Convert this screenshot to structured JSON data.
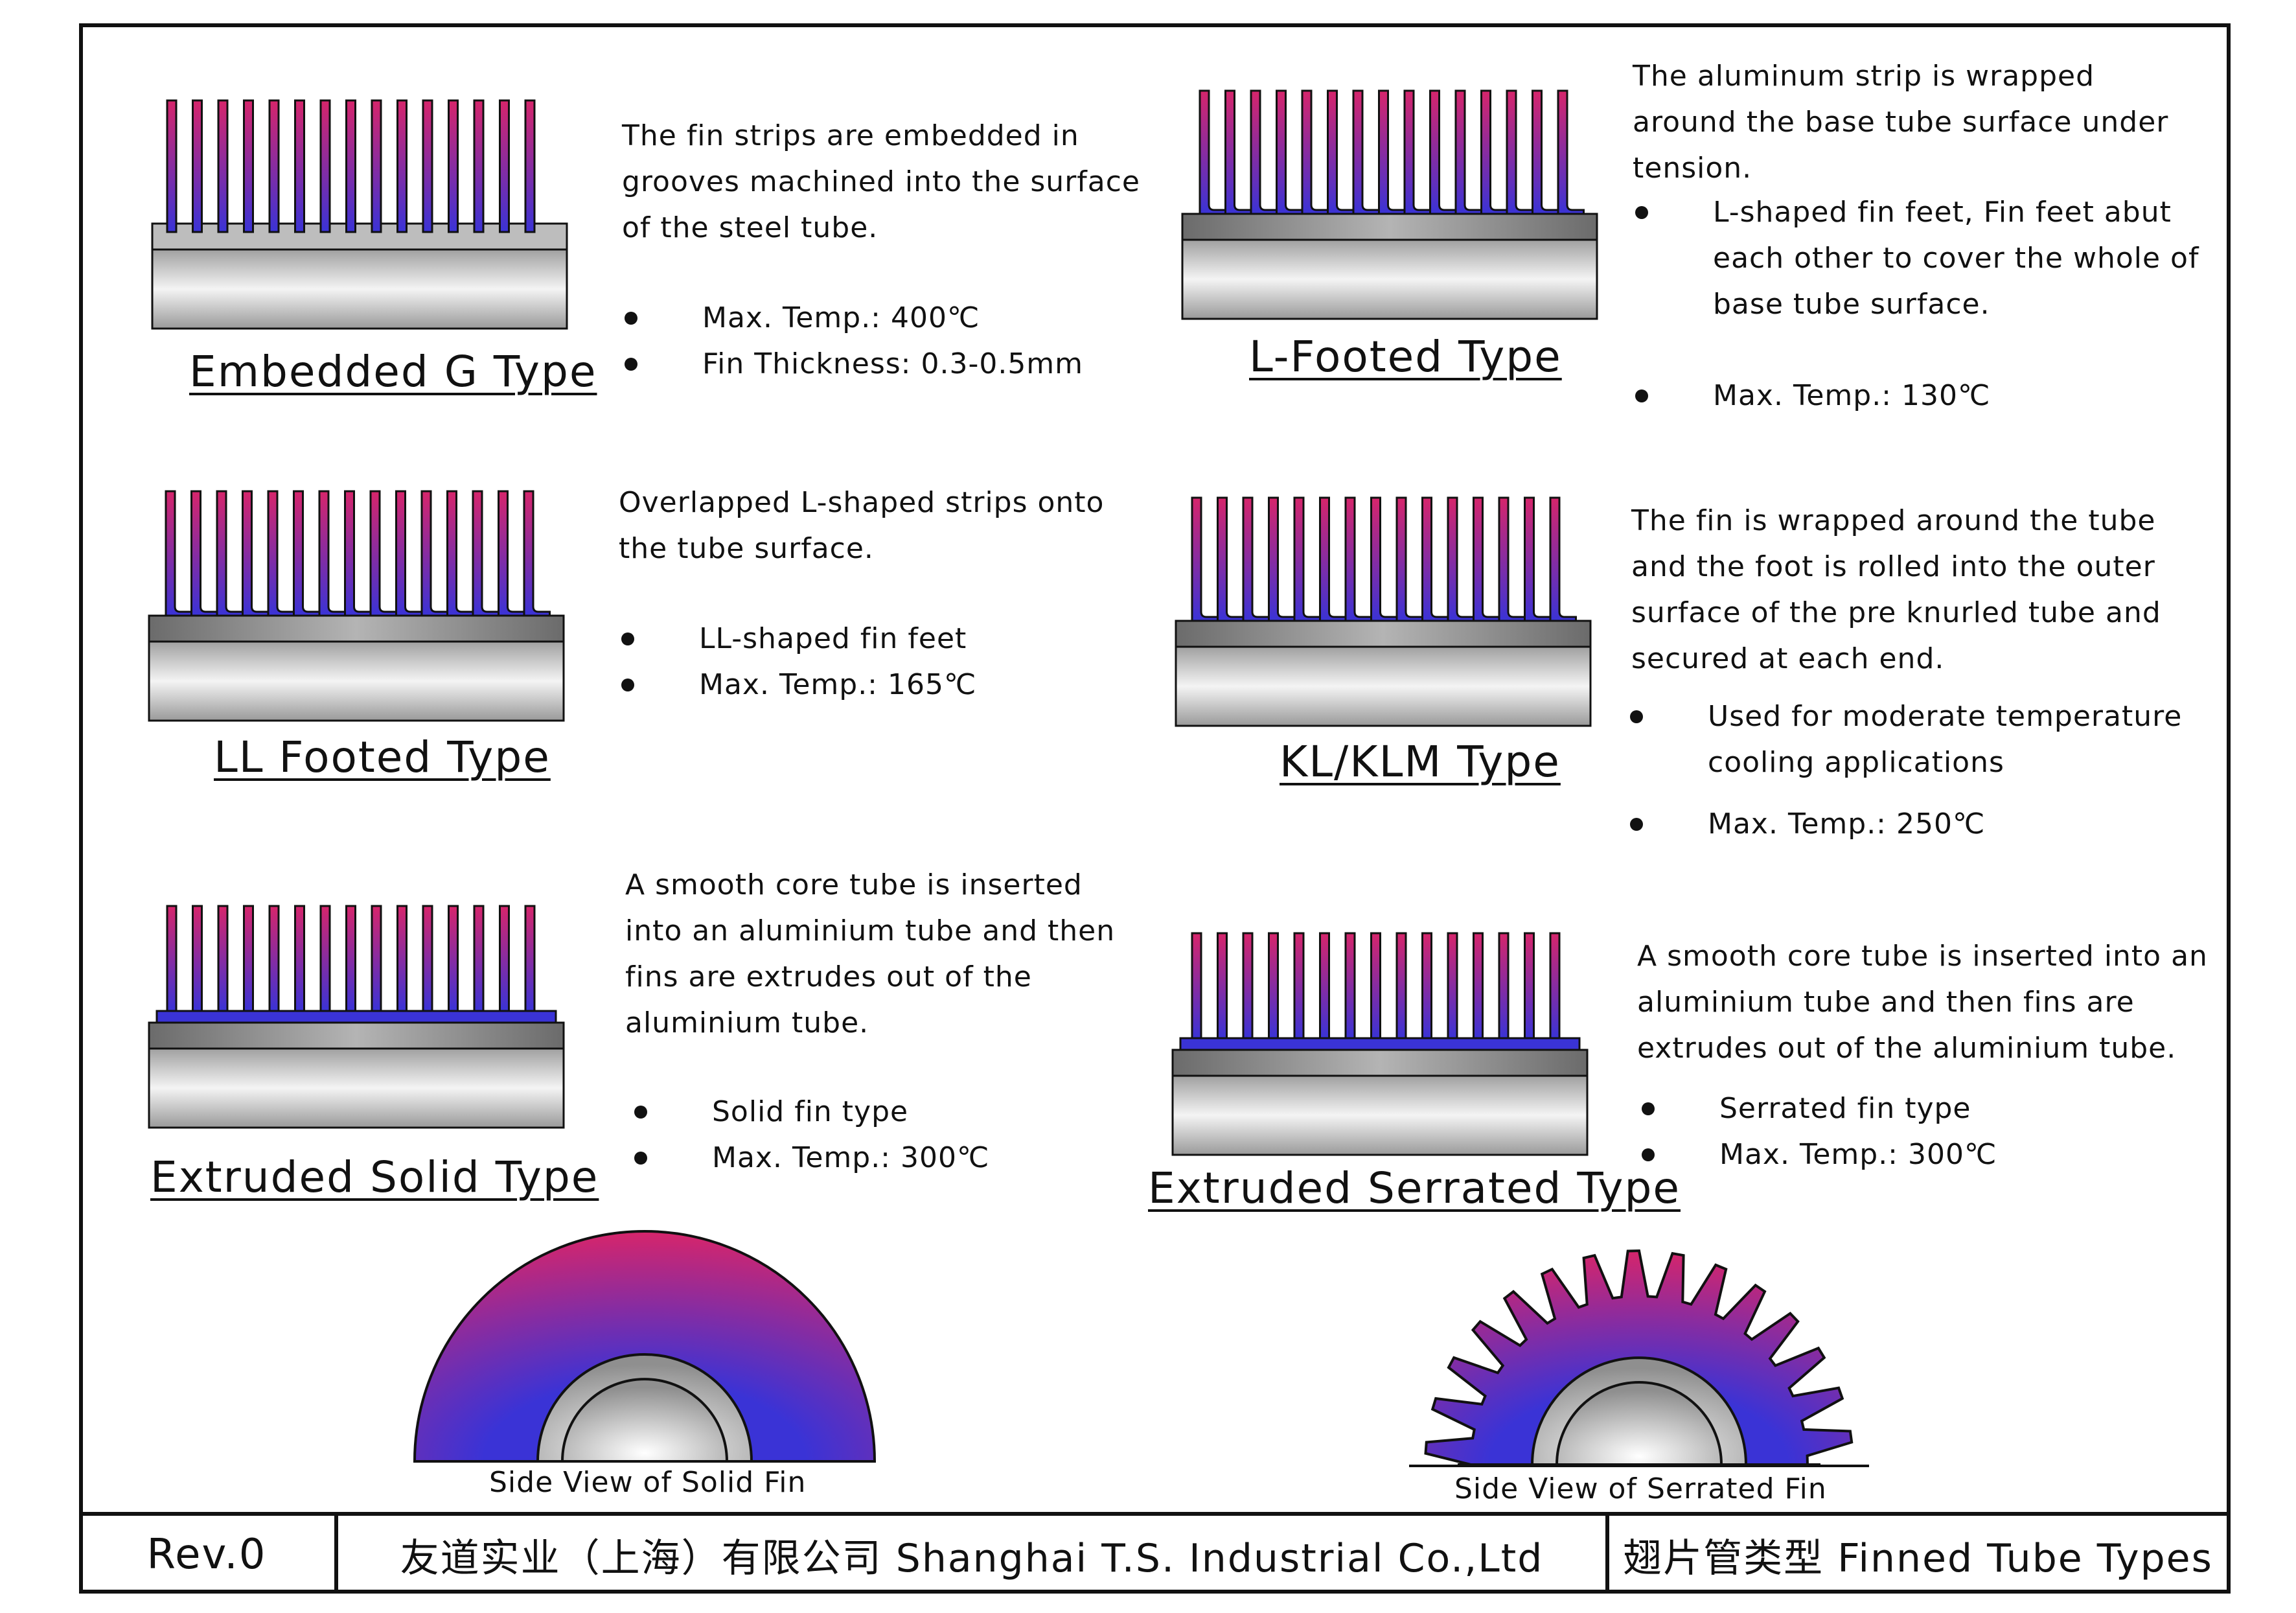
{
  "colors": {
    "fin_top": "#d6256b",
    "fin_bottom": "#3a33d6",
    "tube_light": "#f2f2f2",
    "tube_dark": "#8a8a8a",
    "line": "#111111"
  },
  "sections": [
    {
      "id": "embedded-g",
      "caption": "Embedded G Type",
      "description": "The fin strips are embedded in grooves machined into the surface of the steel tube.",
      "bullets": [
        "Max. Temp.: 400℃",
        "Fin Thickness: 0.3-0.5mm"
      ]
    },
    {
      "id": "l-footed",
      "caption": "L-Footed Type",
      "description": "The aluminum strip is wrapped around the base tube surface under tension.",
      "bullets": [
        "L-shaped fin feet, Fin feet abut each other to cover the whole of base tube surface.",
        "Max. Temp.: 130℃"
      ]
    },
    {
      "id": "ll-footed",
      "caption": "LL Footed Type",
      "description": "Overlapped L-shaped strips onto the tube surface.",
      "bullets": [
        "LL-shaped fin feet",
        "Max. Temp.: 165℃"
      ]
    },
    {
      "id": "kl-klm",
      "caption": "KL/KLM Type",
      "description": "The fin is wrapped around the tube and the foot is rolled into the outer surface of the pre knurled tube and secured at each end.",
      "bullets": [
        "Used for moderate temperature cooling applications",
        "Max. Temp.: 250℃"
      ]
    },
    {
      "id": "extruded-solid",
      "caption": "Extruded Solid Type",
      "description": "A smooth core tube is inserted into an aluminium tube and then fins are extrudes out of the aluminium tube.",
      "bullets": [
        "Solid fin type",
        "Max. Temp.: 300℃"
      ]
    },
    {
      "id": "extruded-serrated",
      "caption": "Extruded Serrated Type",
      "description": "A smooth core tube is inserted into an aluminium tube and then fins are extrudes out of the aluminium tube.",
      "bullets": [
        "Serrated fin type",
        "Max. Temp.: 300℃"
      ]
    }
  ],
  "side_views": {
    "solid": "Side View of Solid Fin",
    "serrated": "Side View of Serrated Fin"
  },
  "title_block": {
    "revision": "Rev.0",
    "company": "友道实业（上海）有限公司 Shanghai T.S. Industrial Co.,Ltd",
    "title": "翅片管类型 Finned Tube Types"
  }
}
